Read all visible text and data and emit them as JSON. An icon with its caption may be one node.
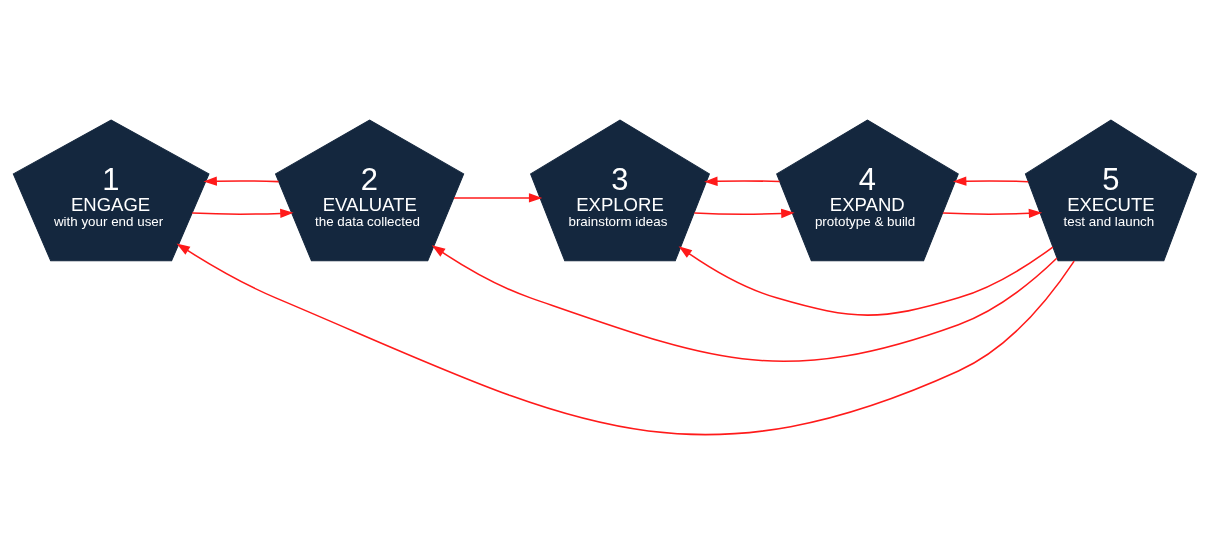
{
  "diagram": {
    "nodes": [
      {
        "text": [
          "1",
          "ENGAGE",
          "with your end user"
        ]
      },
      {
        "text": [
          "2",
          "EVALUATE",
          "the data collected"
        ]
      },
      {
        "text": [
          "3",
          "EXPLORE",
          "brainstorm ideas"
        ]
      },
      {
        "text": [
          "4",
          "EXPAND",
          "prototype & build"
        ]
      },
      {
        "text": [
          "5",
          "EXECUTE",
          "test and launch"
        ]
      }
    ],
    "edges": [
      {
        "from": 0,
        "to": 1,
        "arrow": "to"
      },
      {
        "from": 1,
        "to": 2,
        "arrow": "to"
      },
      {
        "from": 2,
        "to": 3,
        "arrow": "to"
      },
      {
        "from": 3,
        "to": 4,
        "arrow": "to"
      },
      {
        "from": 4,
        "to": 0,
        "arrow": "to"
      },
      {
        "from": 1,
        "to": 0,
        "arrow": "to"
      },
      {
        "from": 3,
        "to": 2,
        "arrow": "to"
      },
      {
        "from": 4,
        "to": 3,
        "arrow": "to"
      },
      {
        "from": 4,
        "to": 2,
        "arrow": "to"
      },
      {
        "from": 4,
        "to": 1,
        "arrow": "to"
      }
    ]
  }
}
